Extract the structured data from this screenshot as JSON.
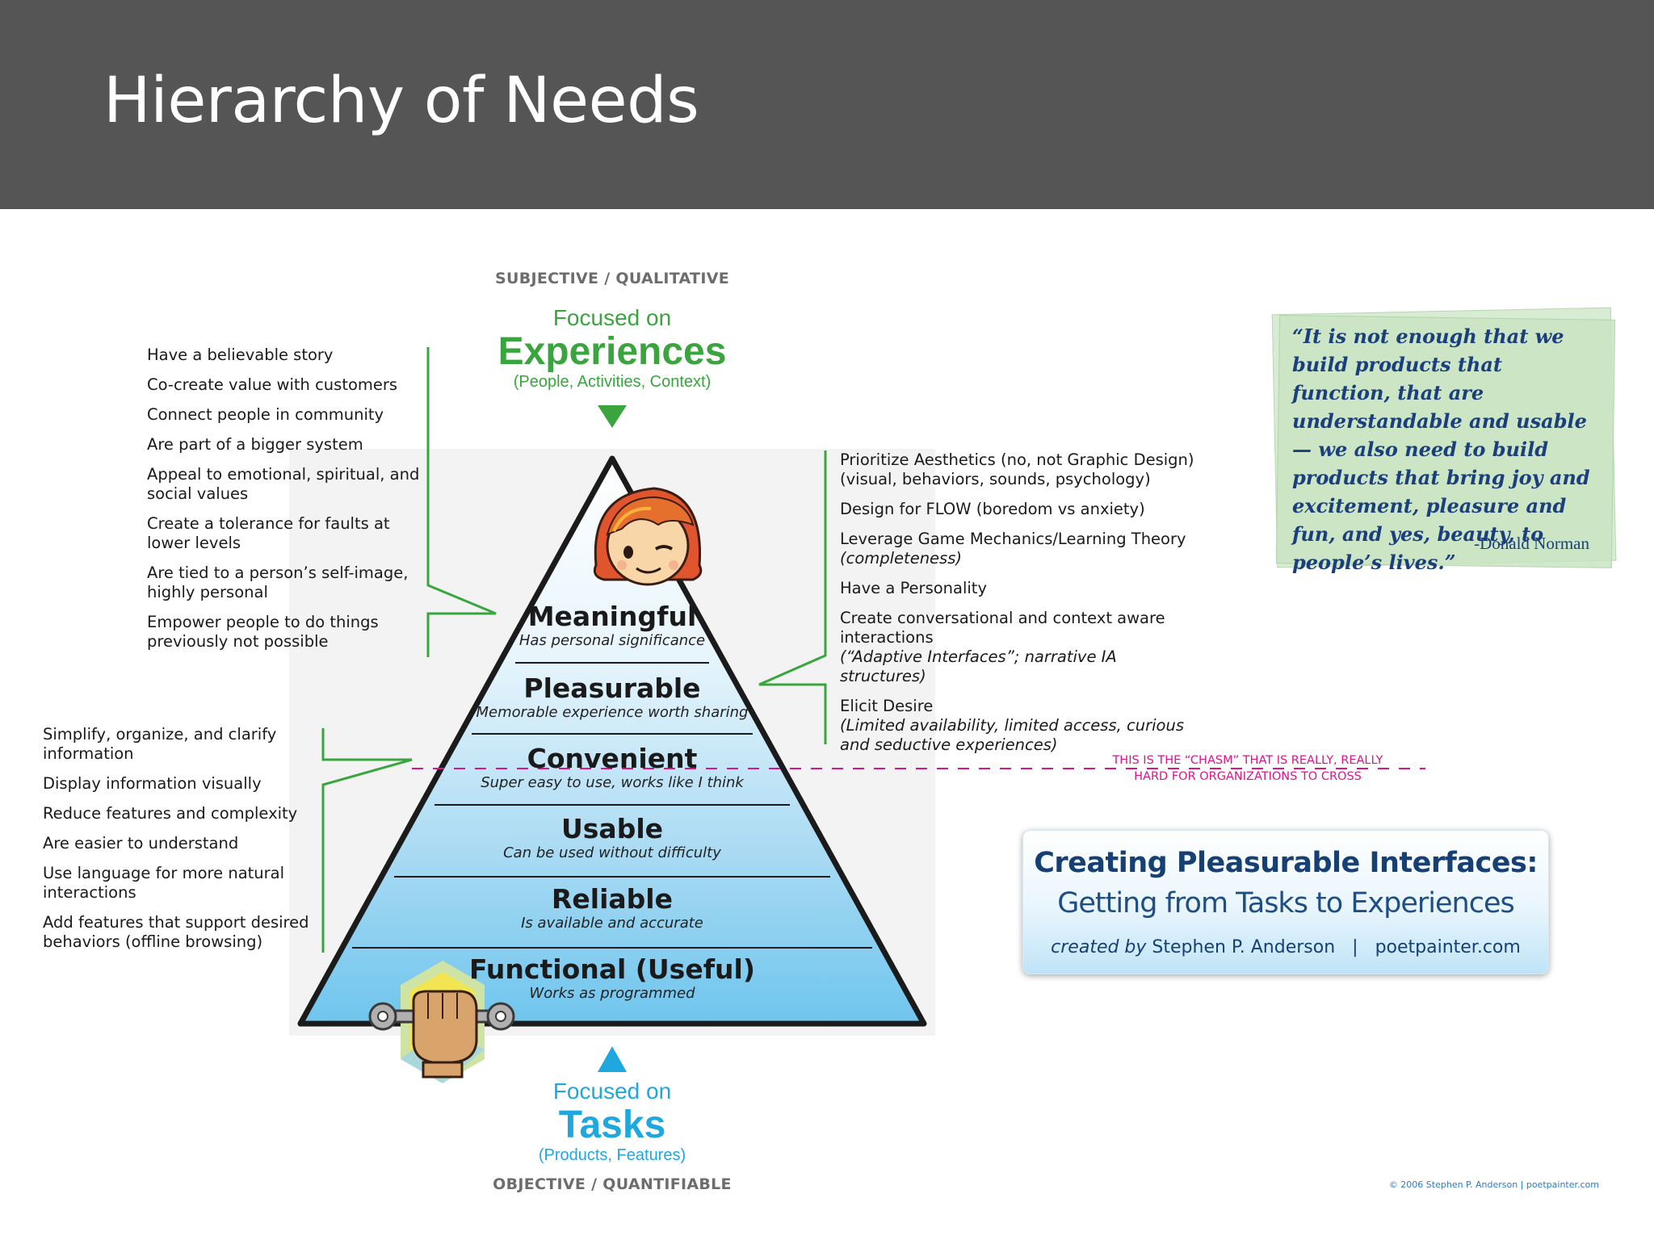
{
  "header": {
    "title": "Hierarchy of Needs"
  },
  "axis": {
    "top_label": "SUBJECTIVE / QUALITATIVE",
    "bottom_label": "OBJECTIVE / QUANTIFIABLE"
  },
  "top_focus": {
    "pre": "Focused on",
    "main": "Experiences",
    "sub": "(People, Activities, Context)"
  },
  "bottom_focus": {
    "pre": "Focused on",
    "main": "Tasks",
    "sub": "(Products, Features)"
  },
  "upper_left_list": [
    "Have a believable story",
    "Co-create value with customers",
    "Connect people in community",
    "Are part of a bigger system",
    "Appeal to emotional, spiritual, and social values",
    "Create a tolerance for faults at lower levels",
    "Are tied to a person’s self-image, highly personal",
    "Empower people to do things previously not possible"
  ],
  "lower_left_list": [
    "Simplify, organize, and  clarify information",
    "Display information visually",
    "Reduce features and complexity",
    "Are easier to understand",
    "Use language for more natural interactions",
    "Add features that support desired behaviors (offline browsing)"
  ],
  "right_list": [
    {
      "main": "Prioritize Aesthetics (no, not Graphic Design)",
      "detail": "(visual, behaviors, sounds, psychology)"
    },
    {
      "main": "Design for FLOW (boredom vs anxiety)",
      "detail": ""
    },
    {
      "main": "Leverage Game Mechanics/Learning Theory",
      "detail": "(completeness)"
    },
    {
      "main": "Have a Personality",
      "detail": ""
    },
    {
      "main": "Create conversational and context aware interactions",
      "detail": "(“Adaptive Interfaces”; narrative IA structures)"
    },
    {
      "main": "Elicit Desire",
      "detail": "(Limited availability, limited access, curious and seductive experiences)"
    }
  ],
  "pyramid_levels": [
    {
      "title": "Meaningful",
      "desc": "Has personal significance"
    },
    {
      "title": "Pleasurable",
      "desc": "Memorable experience worth sharing"
    },
    {
      "title": "Convenient",
      "desc": "Super easy to use, works like I think"
    },
    {
      "title": "Usable",
      "desc": "Can be used without difficulty"
    },
    {
      "title": "Reliable",
      "desc": "Is available and accurate"
    },
    {
      "title": "Functional (Useful)",
      "desc": "Works as programmed"
    }
  ],
  "chasm": {
    "line1": "THIS IS THE “CHASM” THAT IS REALLY, REALLY",
    "line2": "HARD FOR ORGANIZATIONS TO CROSS"
  },
  "quote": {
    "text": "“It is not enough that we build products that function, that are understandable and usable — we also need to build products that bring joy and excitement, pleasure and fun, and yes, beauty, to people’s lives.”",
    "author": "-Donald Norman"
  },
  "book": {
    "title": "Creating Pleasurable Interfaces:",
    "subtitle": "Getting from Tasks to Experiences",
    "created_by": "created by",
    "author": "Stephen P. Anderson",
    "separator": "|",
    "site": "poetpainter.com"
  },
  "copyright": "© 2006 Stephen P. Anderson | poetpainter.com",
  "colors": {
    "header_bg": "#555555",
    "green": "#3aa53f",
    "blue": "#1ea8df",
    "chasm": "#d6168c",
    "quote_text": "#1b3f7d"
  },
  "icons": [
    "girl-face-icon",
    "fist-wrench-icon"
  ]
}
